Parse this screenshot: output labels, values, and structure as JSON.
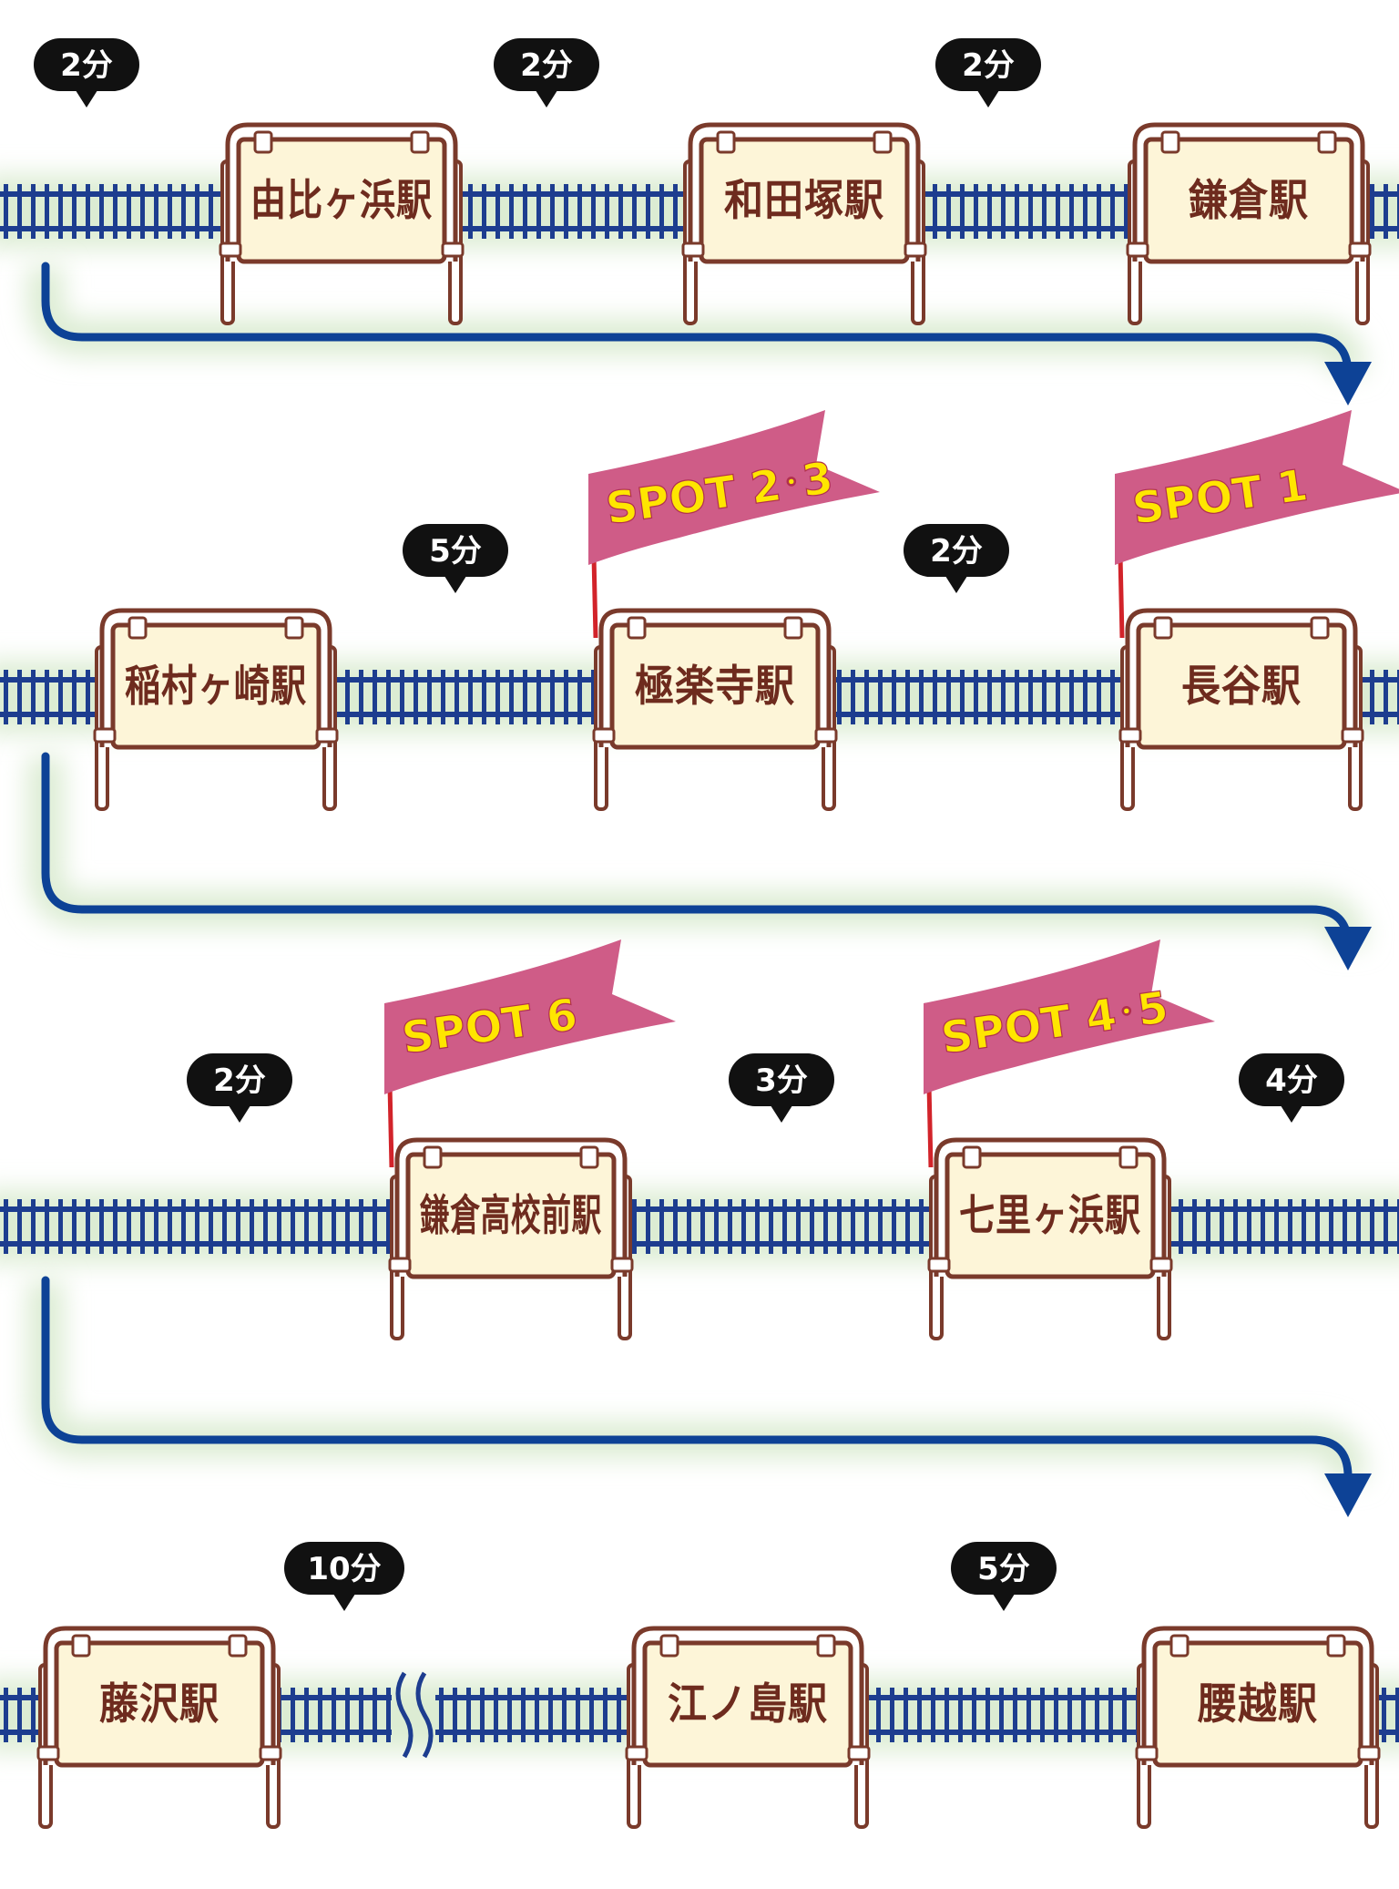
{
  "rows": [
    {
      "stations": [
        "由比ヶ浜駅",
        "和田塚駅",
        "鎌倉駅"
      ],
      "times": [
        "2分",
        "2分",
        "2分"
      ],
      "flags": []
    },
    {
      "stations": [
        "稲村ヶ崎駅",
        "極楽寺駅",
        "長谷駅"
      ],
      "times": [
        "5分",
        "2分"
      ],
      "flags": [
        {
          "label": "SPOT 2･3",
          "station": 1
        },
        {
          "label": "SPOT 1",
          "station": 2
        }
      ]
    },
    {
      "stations": [
        "鎌倉高校前駅",
        "七里ヶ浜駅"
      ],
      "times": [
        "2分",
        "3分",
        "4分"
      ],
      "flags": [
        {
          "label": "SPOT 6",
          "station": 0
        },
        {
          "label": "SPOT 4･5",
          "station": 1
        }
      ]
    },
    {
      "stations": [
        "藤沢駅",
        "江ノ島駅",
        "腰越駅"
      ],
      "times": [
        "10分",
        "5分"
      ],
      "flags": []
    }
  ],
  "colors": {
    "track": "#1d3d8f",
    "arrow": "#0d4296",
    "glow": "#dcecd3",
    "sign_fill": "#fdf5d8",
    "sign_frame": "#7a3a2b",
    "sign_text": "#6e2b1e",
    "bubble": "#111111",
    "flag": "#cf5c87",
    "flag_text": "#ffe600",
    "flag_pole": "#d2232a"
  },
  "icons": [
    "station-sign-icon",
    "time-bubble-icon",
    "spot-flag-icon",
    "down-arrow-icon",
    "track-break-icon"
  ]
}
